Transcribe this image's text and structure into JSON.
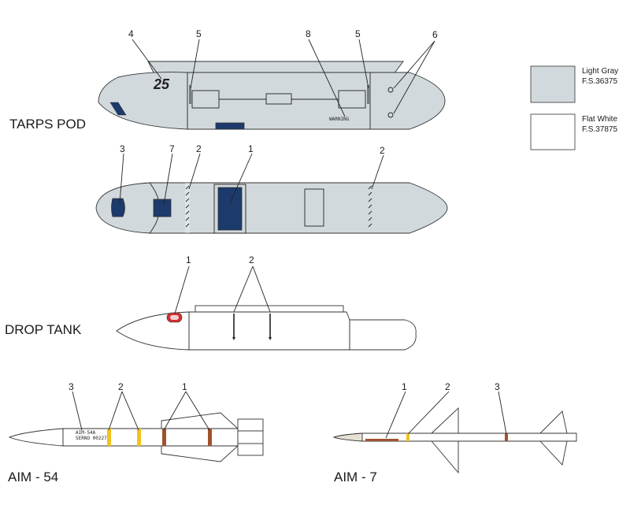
{
  "labels": {
    "tarps_pod": "TARPS POD",
    "drop_tank": "DROP TANK",
    "aim54": "AIM - 54",
    "aim7": "AIM - 7"
  },
  "legend": [
    {
      "name": "Light Gray",
      "code": "F.S.36375",
      "color": "#d2d9dd"
    },
    {
      "name": "Flat  White",
      "code": "F.S.37875",
      "color": "#ffffff"
    }
  ],
  "tarps_side_callouts": [
    "4",
    "5",
    "8",
    "5",
    "6"
  ],
  "tarps_bottom_callouts": [
    "3",
    "7",
    "2",
    "1",
    "2"
  ],
  "drop_tank_callouts": [
    "1",
    "2"
  ],
  "aim54_callouts": [
    "3",
    "2",
    "1"
  ],
  "aim7_callouts": [
    "1",
    "2",
    "3"
  ],
  "markings": {
    "pod_number": "25",
    "warning": "WARNING",
    "aim54_stencil_1": "AIM-54A",
    "aim54_stencil_2": "SERNO  00227"
  },
  "colors": {
    "light_gray": "#d2d9dd",
    "dark_blue": "#1c3a6b",
    "yellow": "#f2c21b",
    "brown": "#a0522d",
    "red": "#d32f2f"
  }
}
